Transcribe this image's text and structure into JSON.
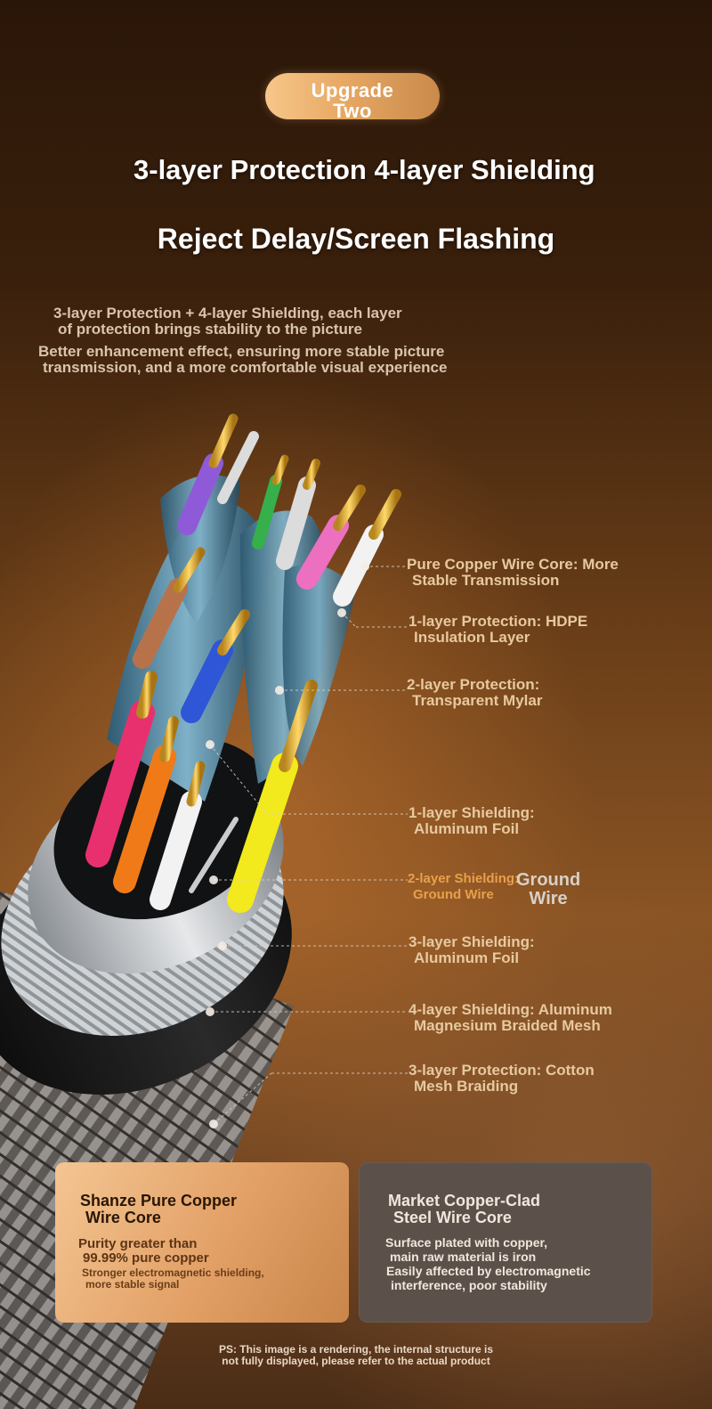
{
  "badge": {
    "line1": "Upgrade",
    "line2": "Two"
  },
  "headline": {
    "line1": "3-layer Protection 4-layer Shielding",
    "line2": "Reject Delay/Screen Flashing"
  },
  "intro": {
    "p1_line1": "3-layer Protection + 4-layer Shielding, each layer",
    "p1_line2": "of protection brings stability to the picture",
    "p2_line1": "Better enhancement effect, ensuring more stable picture",
    "p2_line2": "transmission, and a more comfortable visual experience"
  },
  "callouts": [
    {
      "line1": "Pure Copper Wire Core: More",
      "line2": "Stable Transmission"
    },
    {
      "line1": "1-layer Protection: HDPE",
      "line2": "Insulation Layer"
    },
    {
      "line1": "2-layer Protection:",
      "line2": "Transparent Mylar"
    },
    {
      "line1": "1-layer Shielding:",
      "line2": "Aluminum Foil"
    },
    {
      "line1": "2-layer Shielding:",
      "line2": "Ground Wire"
    },
    {
      "line1": "3-layer Shielding:",
      "line2": "Aluminum Foil"
    },
    {
      "line1": "4-layer Shielding: Aluminum",
      "line2": "Magnesium Braided Mesh"
    },
    {
      "line1": "3-layer Protection: Cotton",
      "line2": "Mesh Braiding"
    }
  ],
  "ground_wire_overlay": {
    "line1": "Ground",
    "line2": "Wire"
  },
  "cards": {
    "left": {
      "title_line1": "Shanze Pure Copper",
      "title_line2": "Wire Core",
      "body1_line1": "Purity greater than",
      "body1_line2": "99.99% pure copper",
      "body2_line1": "Stronger electromagnetic shielding,",
      "body2_line2": "more stable signal"
    },
    "right": {
      "title_line1": "Market Copper-Clad",
      "title_line2": "Steel Wire Core",
      "body1_line1": "Surface plated with copper,",
      "body1_line2": "main raw material is iron",
      "body2_line1": "Easily affected by electromagnetic",
      "body2_line2": "interference, poor stability"
    }
  },
  "ps": {
    "line1": "PS: This image is a rendering, the internal structure is",
    "line2": "not fully displayed, please refer to the actual product"
  },
  "colors": {
    "callout_text": "#e7c9a0",
    "orange_label": "#e7a04b",
    "badge_gradient_start": "#f7c78a",
    "badge_gradient_end": "#c98a4b",
    "card_left": "#e2a066",
    "card_right": "#5c514a"
  }
}
